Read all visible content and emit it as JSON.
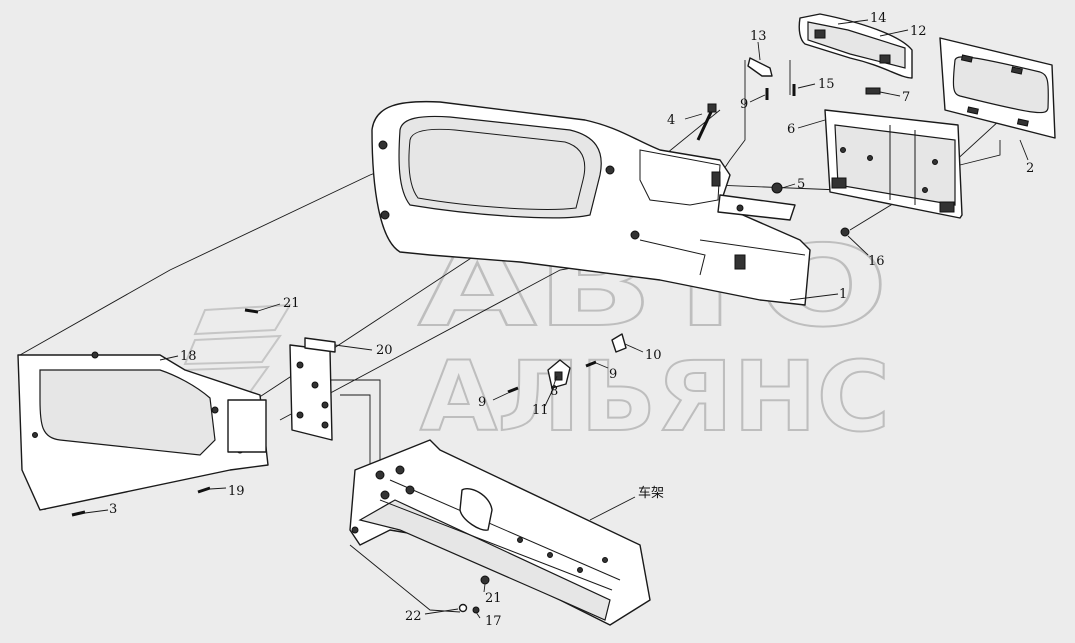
{
  "watermark": {
    "line1": "АВТО",
    "line2": "АЛЬЯНС"
  },
  "callouts": {
    "c1": "1",
    "c2": "2",
    "c3": "3",
    "c4": "4",
    "c5": "5",
    "c6": "6",
    "c7": "7",
    "c8": "8",
    "c9a": "9",
    "c9b": "9",
    "c9c": "9",
    "c10": "10",
    "c11": "11",
    "c12": "12",
    "c13": "13",
    "c14": "14",
    "c15": "15",
    "c16": "16",
    "c17": "17",
    "c18": "18",
    "c19": "19",
    "c20": "20",
    "c21a": "21",
    "c21b": "21",
    "c22": "22",
    "frame": "车架"
  }
}
